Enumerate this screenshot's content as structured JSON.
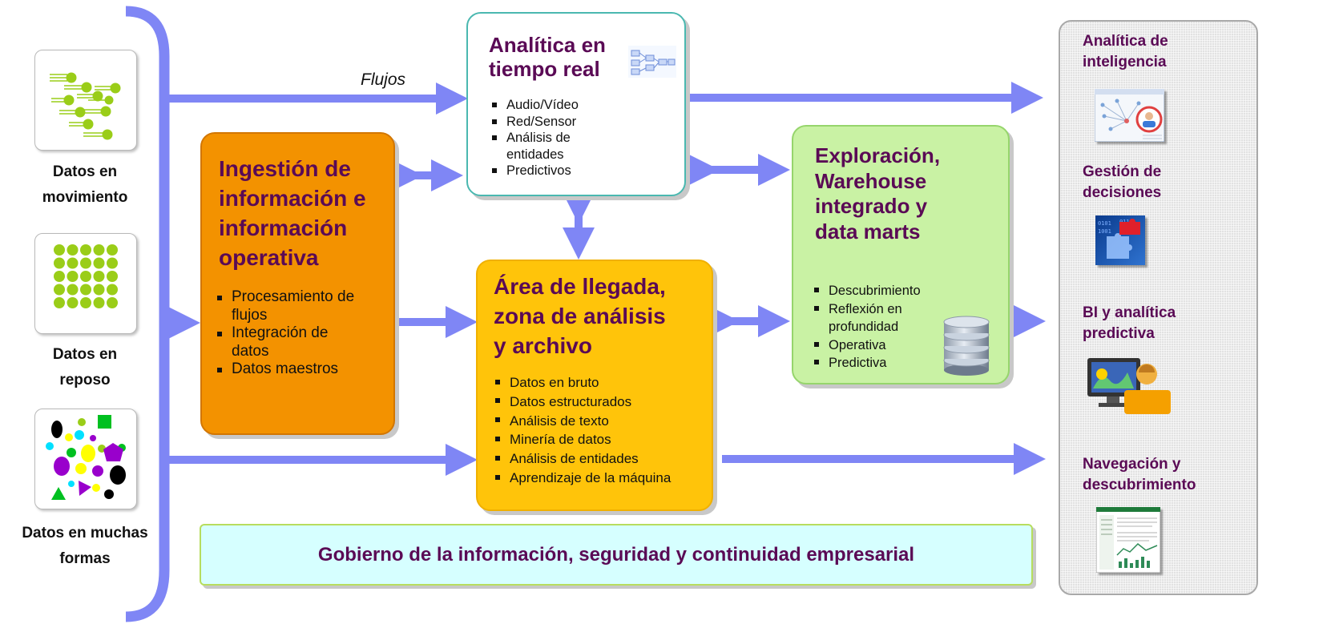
{
  "sources": [
    {
      "label_line1": "Datos en",
      "label_line2": "movimiento",
      "icon": "motion-dots-icon"
    },
    {
      "label_line1": "Datos en",
      "label_line2": "reposo",
      "icon": "dot-grid-icon"
    },
    {
      "label_line1": "Datos en muchas",
      "label_line2": "formas",
      "icon": "mixed-shapes-icon"
    }
  ],
  "flow_label": "Flujos",
  "realtime": {
    "title_line1": "Analítica en",
    "title_line2": "tiempo real",
    "items": [
      "Audio/Vídeo",
      "Red/Sensor",
      "Análisis de",
      "entidades",
      "Predictivos"
    ]
  },
  "ingest": {
    "title_lines": [
      "Ingestión de",
      "información e",
      "información",
      "operativa"
    ],
    "items": [
      "Procesamiento de",
      "flujos",
      "Integración de",
      "datos",
      "Datos maestros"
    ]
  },
  "landing": {
    "title_lines": [
      "Área de llegada,",
      "zona de análisis",
      "y archivo"
    ],
    "items": [
      "Datos en bruto",
      "Datos estructurados",
      "Análisis de texto",
      "Minería de datos",
      "Análisis de entidades",
      "Aprendizaje de la máquina"
    ]
  },
  "explore": {
    "title_lines": [
      "Exploración,",
      "Warehouse",
      "integrado y",
      "data marts"
    ],
    "items": [
      "Descubrimiento",
      "Reflexión en",
      "profundidad",
      "Operativa",
      "Predictiva"
    ]
  },
  "governance": "Gobierno de la información, seguridad y continuidad empresarial",
  "outputs": [
    {
      "line1": "Analítica de",
      "line2": "inteligencia",
      "icon": "network-screen-icon"
    },
    {
      "line1": "Gestión de",
      "line2": "decisiones",
      "icon": "puzzle-binary-icon"
    },
    {
      "line1": "BI y analítica",
      "line2": "predictiva",
      "icon": "person-monitor-icon"
    },
    {
      "line1": "Navegación y",
      "line2": "descubrimiento",
      "icon": "report-page-icon"
    }
  ],
  "colors": {
    "arrow": "#7f86f5",
    "title": "#5a0a55",
    "ingest": "#f39200",
    "landing": "#ffc40a",
    "explore": "#c9f2a4",
    "realtime_border": "#4ab8b0",
    "governance": "#d6ffff",
    "green_dot": "#9acd18"
  }
}
